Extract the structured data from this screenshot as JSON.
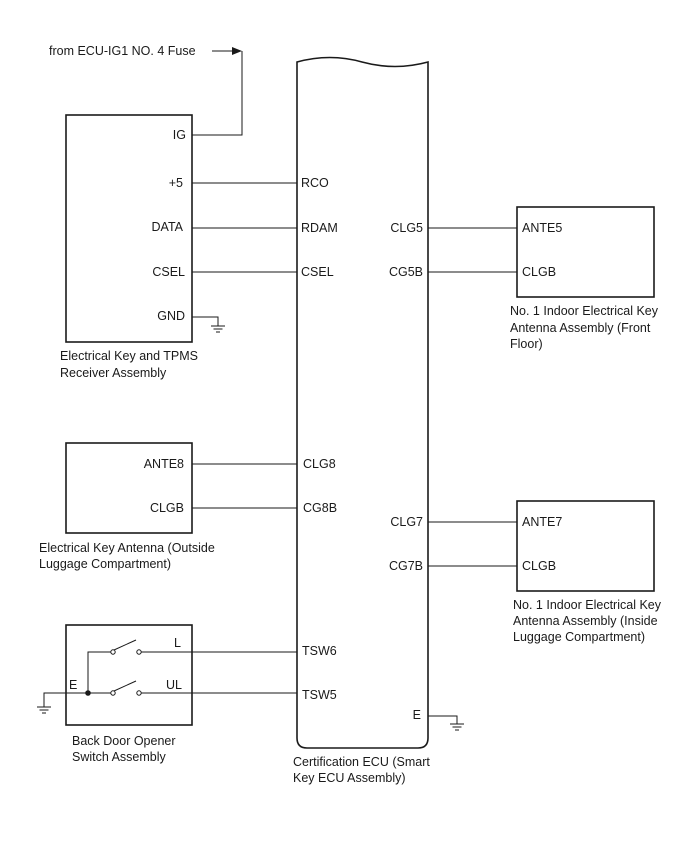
{
  "fuse_label": "from ECU-IG1 NO. 4 Fuse",
  "ecu": {
    "caption": [
      "Certification ECU (Smart",
      "Key ECU Assembly)"
    ],
    "pins": {
      "rco": "RCO",
      "rdam": "RDAM",
      "csel": "CSEL",
      "clg5": "CLG5",
      "cg5b": "CG5B",
      "clg8": "CLG8",
      "cg8b": "CG8B",
      "clg7": "CLG7",
      "cg7b": "CG7B",
      "tsw6": "TSW6",
      "tsw5": "TSW5",
      "e": "E"
    }
  },
  "receiver": {
    "caption": [
      "Electrical Key and TPMS",
      "Receiver Assembly"
    ],
    "pins": {
      "ig": "IG",
      "plus5": "+5",
      "data": "DATA",
      "csel": "CSEL",
      "gnd": "GND"
    }
  },
  "front_antenna": {
    "caption": [
      "No. 1 Indoor Electrical Key",
      "Antenna Assembly (Front",
      "Floor)"
    ],
    "pins": {
      "ante": "ANTE5",
      "clgb": "CLGB"
    }
  },
  "outside_antenna": {
    "caption": [
      "Electrical Key Antenna (Outside",
      "Luggage Compartment)"
    ],
    "pins": {
      "ante": "ANTE8",
      "clgb": "CLGB"
    }
  },
  "inside_antenna": {
    "caption": [
      "No. 1 Indoor Electrical Key",
      "Antenna Assembly (Inside",
      "Luggage Compartment)"
    ],
    "pins": {
      "ante": "ANTE7",
      "clgb": "CLGB"
    }
  },
  "switch": {
    "caption": [
      "Back Door Opener",
      "Switch Assembly"
    ],
    "pins": {
      "l": "L",
      "ul": "UL",
      "e": "E"
    }
  }
}
